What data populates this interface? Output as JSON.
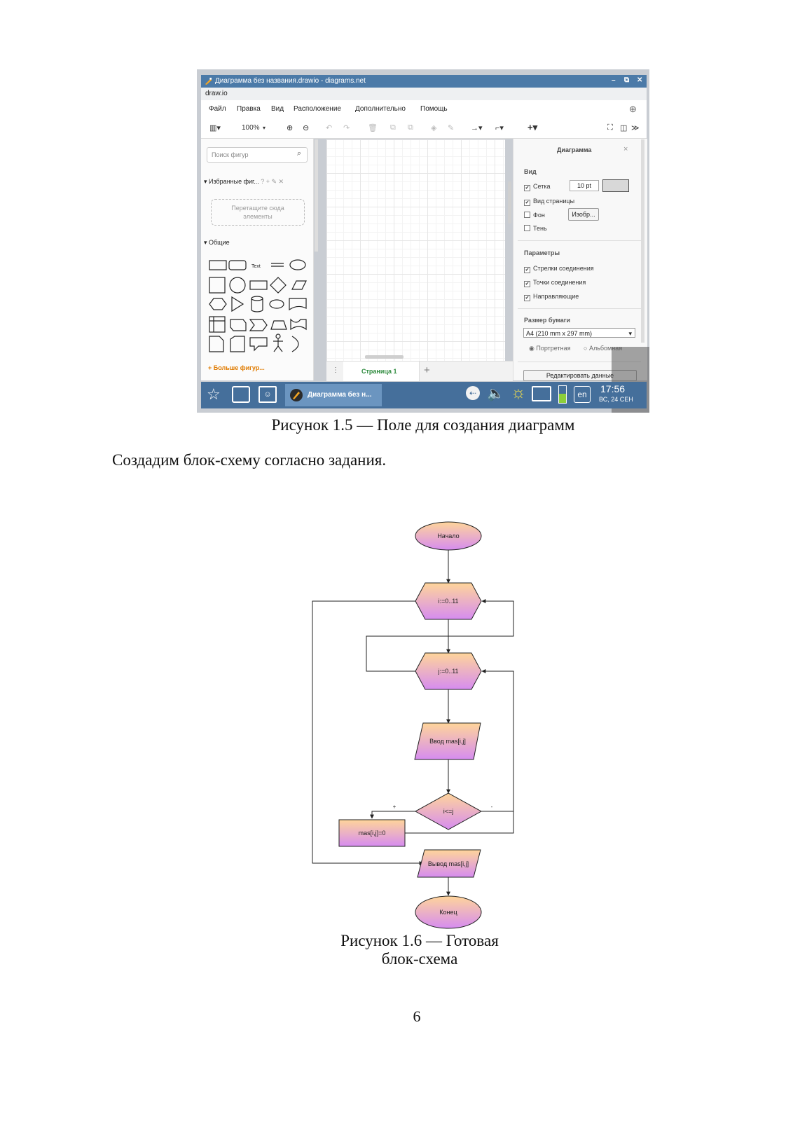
{
  "screenshot": {
    "window_title": "Диаграмма без названия.drawio - diagrams.net",
    "app_name": "draw.io",
    "menu": [
      "Файл",
      "Правка",
      "Вид",
      "Расположение",
      "Дополнительно",
      "Помощь"
    ],
    "zoom": "100%",
    "left_panel": {
      "search_placeholder": "Поиск фигур",
      "favorites_label": "Избранные фиг...",
      "drop_hint_line1": "Перетащите сюда",
      "drop_hint_line2": "элементы",
      "general_label": "Общие",
      "text_shape_label": "Text",
      "more_shapes": "+ Больше фигур..."
    },
    "page_tab": "Страница 1",
    "right_panel": {
      "title": "Диаграмма",
      "section_view": "Вид",
      "grid_label": "Сетка",
      "grid_size": "10 pt",
      "page_view_label": "Вид страницы",
      "background_label": "Фон",
      "image_button": "Изобр...",
      "shadow_label": "Тень",
      "section_params": "Параметры",
      "arrows_label": "Стрелки соединения",
      "points_label": "Точки соединения",
      "guides_label": "Направляющие",
      "paper_size_label": "Размер бумаги",
      "paper_size_value": "A4 (210 mm x 297 mm)",
      "portrait_label": "Портретная",
      "landscape_label": "Альбомная",
      "edit_data_button": "Редактировать данные"
    },
    "taskbar": {
      "task_label": "Диаграмма без н...",
      "lang": "en",
      "time": "17:56",
      "date": "ВС, 24 СЕН"
    }
  },
  "caption_1": "Рисунок 1.5 — Поле для создания диаграмм",
  "paragraph": "Создадим блок-схему согласно задания.",
  "flowchart": {
    "start": "Начало",
    "loop_i": "i:=0..11",
    "loop_j": "j:=0..11",
    "input": "Ввод mas[i,j]",
    "condition": "i<=j",
    "yes_label": "+",
    "no_label": "-",
    "assign": "mas[i,j]=0",
    "output": "Вывод mas[i,j]",
    "end": "Конец"
  },
  "caption_2_line1": "Рисунок 1.6 — Готовая",
  "caption_2_line2": "блок-схема",
  "page_number": "6"
}
